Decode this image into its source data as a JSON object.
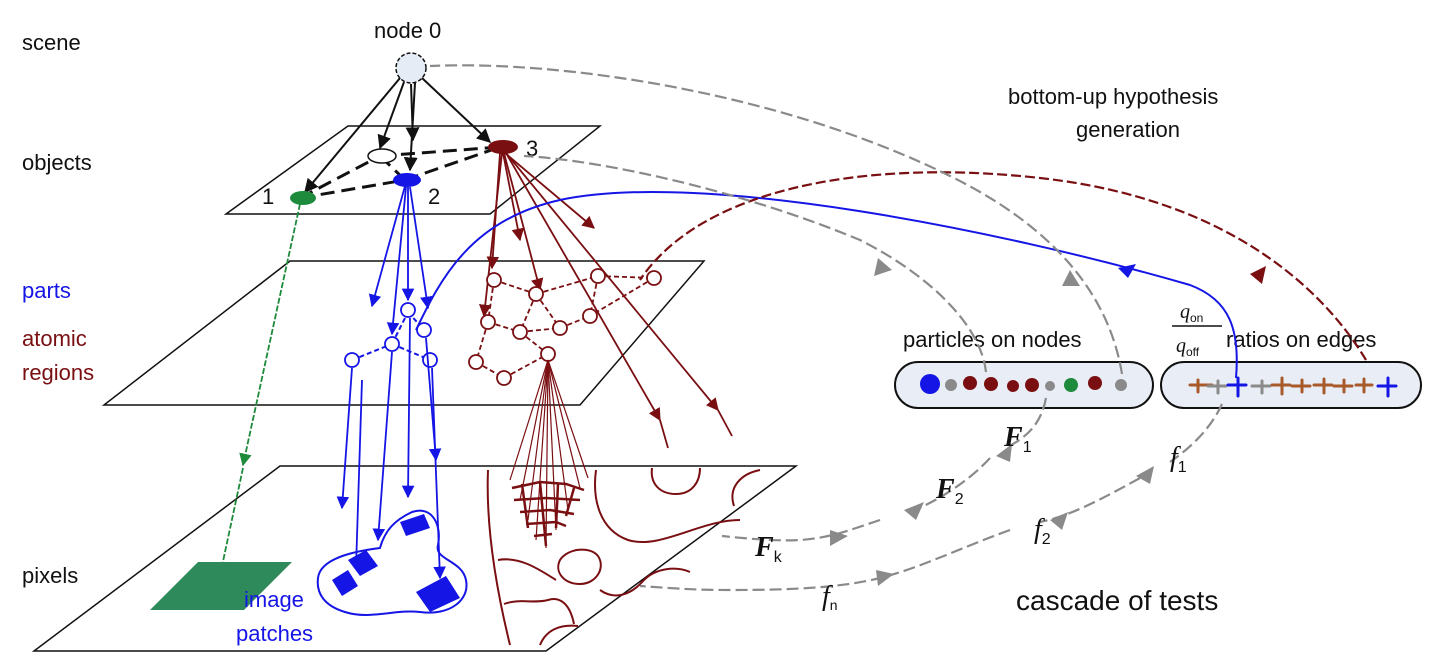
{
  "colors": {
    "black": "#111111",
    "blue": "#1515e6",
    "maroon": "#7a0f12",
    "green": "#1d8a3c",
    "patch_green": "#2f8a5b",
    "gray": "#8a8a8a",
    "box_fill": "#e9edf6",
    "node0_fill": "#e6ecf5"
  },
  "levels": {
    "scene": "scene",
    "objects": "objects",
    "parts": "parts",
    "atomic": "atomic",
    "regions": "regions",
    "pixels": "pixels"
  },
  "nodes": {
    "node0": "node 0",
    "n1": "1",
    "n2": "2",
    "n3": "3"
  },
  "patches": {
    "line1": "image",
    "line2": "patches"
  },
  "right": {
    "bu_line1": "bottom-up hypothesis",
    "bu_line2": "generation",
    "particles": "particles on nodes",
    "ratio_num": "q",
    "ratio_num_sub": "on",
    "ratio_den": "q",
    "ratio_den_sub": "off",
    "ratios": "ratios on edges",
    "cascade": "cascade of tests"
  },
  "tests": {
    "F1": "F",
    "F1_sub": "1",
    "F2": "F",
    "F2_sub": "2",
    "Fk": "F",
    "Fk_sub": "k",
    "f1": "f",
    "f1_sub": "1",
    "f2": "f",
    "f2_sub": "2",
    "fn": "f",
    "fn_sub": "n"
  }
}
